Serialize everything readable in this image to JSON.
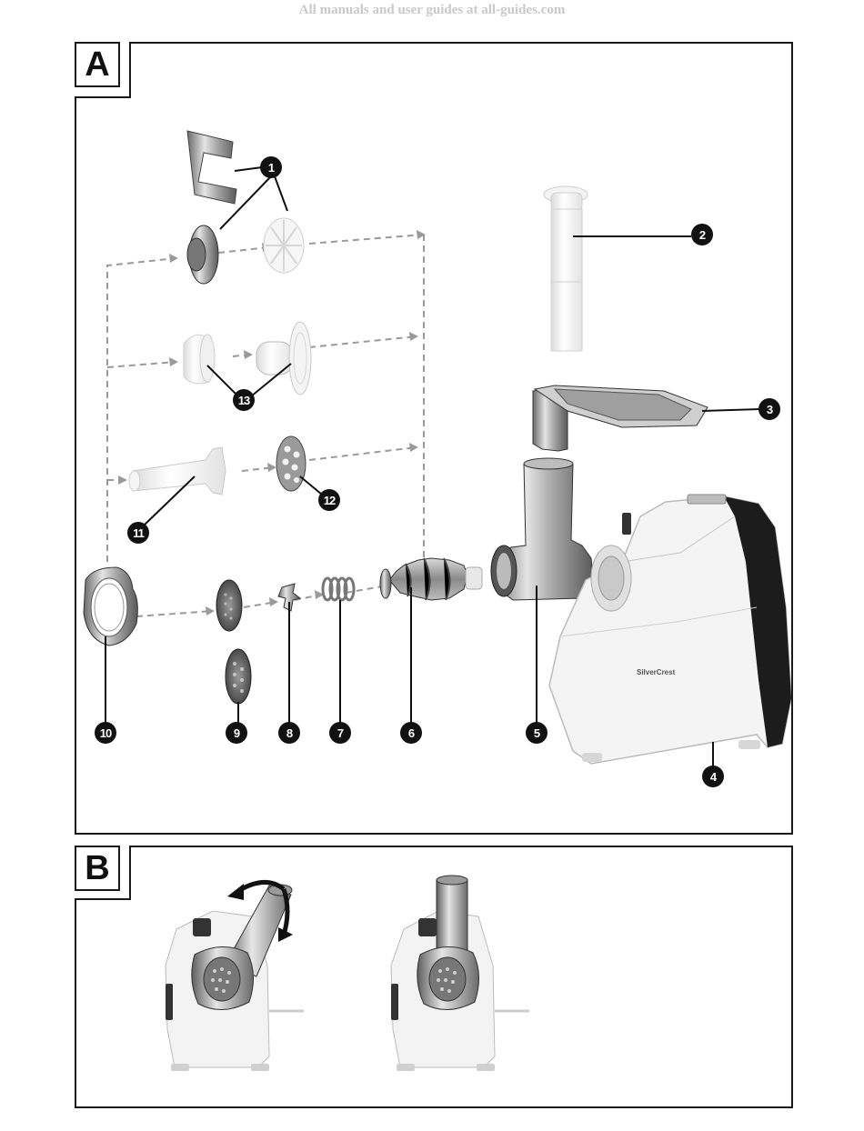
{
  "watermark": "All manuals and user guides at all-guides.com",
  "panel_a": {
    "label": "A",
    "brand_text": "SilverCrest",
    "callouts": [
      "1",
      "2",
      "3",
      "4",
      "5",
      "6",
      "7",
      "8",
      "9",
      "10",
      "11",
      "12",
      "13"
    ]
  },
  "panel_b": {
    "label": "B"
  }
}
